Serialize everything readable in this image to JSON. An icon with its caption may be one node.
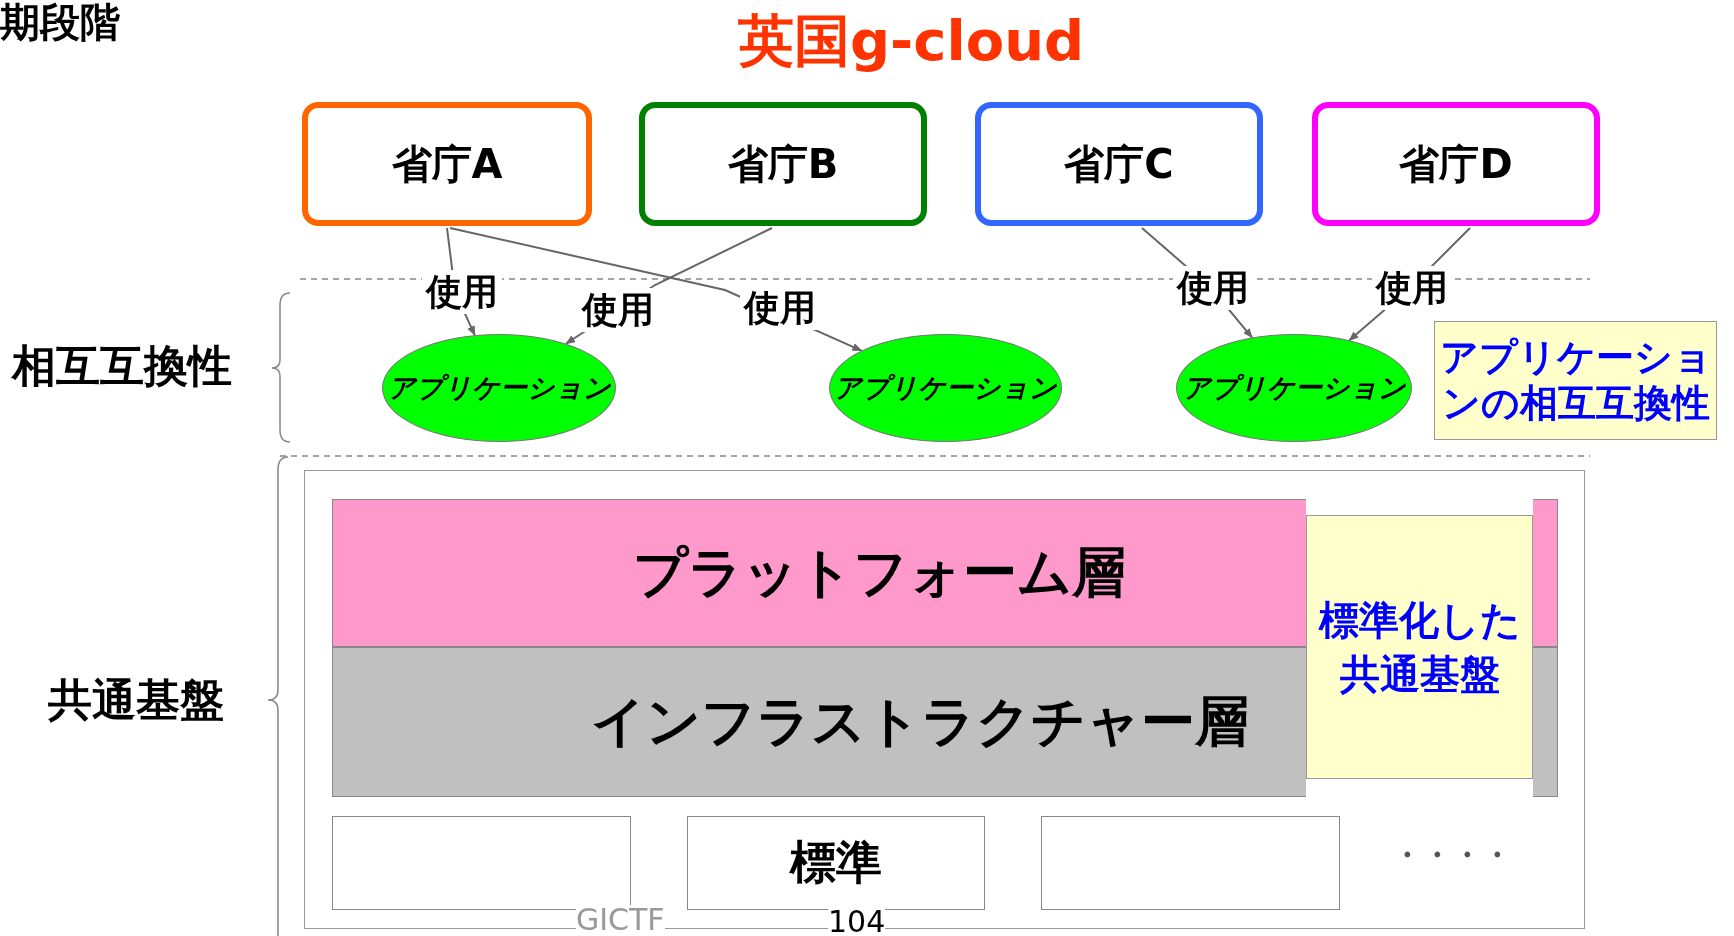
{
  "diagram": {
    "title": "英国g-cloud",
    "nodes": [
      {
        "text": [
          "省庁A"
        ]
      },
      {
        "text": [
          "省庁B"
        ]
      },
      {
        "text": [
          "省庁C"
        ]
      },
      {
        "text": [
          "省庁D"
        ]
      },
      {
        "text": [
          "アプリケーション"
        ]
      },
      {
        "text": [
          "アプリケーション"
        ]
      },
      {
        "text": [
          "アプリケーション"
        ]
      },
      {
        "text": [
          "アプリケーションの相互互換性"
        ]
      },
      {
        "text": [],
        "shape": "box"
      },
      {
        "text": [
          "プラットフォーム層"
        ],
        "in": 8
      },
      {
        "text": [
          "インフラストラクチャー層"
        ],
        "in": 8
      },
      {
        "text": [
          "標準化した共通基盤"
        ],
        "in": 8
      },
      {
        "text": [],
        "shape": "box",
        "in": 8
      },
      {
        "text": [
          "標準"
        ],
        "in": 8
      },
      {
        "text": [],
        "shape": "box",
        "in": 8
      }
    ],
    "edges": [
      {
        "from": 0,
        "to": 4,
        "arrow": "to",
        "label": "使用"
      },
      {
        "from": 0,
        "to": 5,
        "arrow": "to",
        "label": "使用"
      },
      {
        "from": 1,
        "to": 4,
        "arrow": "to",
        "label": "使用"
      },
      {
        "from": 2,
        "to": 6,
        "arrow": "to",
        "label": "使用"
      },
      {
        "from": 3,
        "to": 6,
        "arrow": "to",
        "label": "使用"
      }
    ],
    "labels": [
      "期段階",
      "相互互換性",
      "共通基盤",
      "・・・・",
      "GICTF",
      "104"
    ]
  }
}
